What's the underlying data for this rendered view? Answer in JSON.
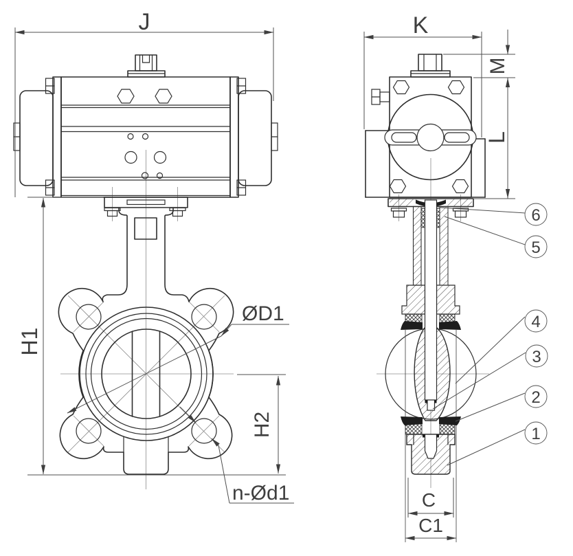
{
  "drawing": {
    "subject": "Wafer butterfly valve with pneumatic actuator, two orthographic views",
    "background_color": "#ffffff",
    "line_color": "#2e2e2e",
    "dimension_color": "#4f4f4f",
    "text_color": "#3f3f3f"
  },
  "front_view": {
    "dim_overall_width": "J",
    "dim_height_total": "H1",
    "dim_height_lower": "H2",
    "dim_flange_diameter": "ØD1",
    "dim_bolt_holes": "n-Ød1"
  },
  "side_view": {
    "dim_actuator_width": "K",
    "dim_stem_height": "M",
    "dim_body_height": "L",
    "dim_bottom_width": "C",
    "dim_seat_width": "C1",
    "callouts": [
      {
        "num": "6"
      },
      {
        "num": "5"
      },
      {
        "num": "4"
      },
      {
        "num": "3"
      },
      {
        "num": "2"
      },
      {
        "num": "1"
      }
    ]
  }
}
